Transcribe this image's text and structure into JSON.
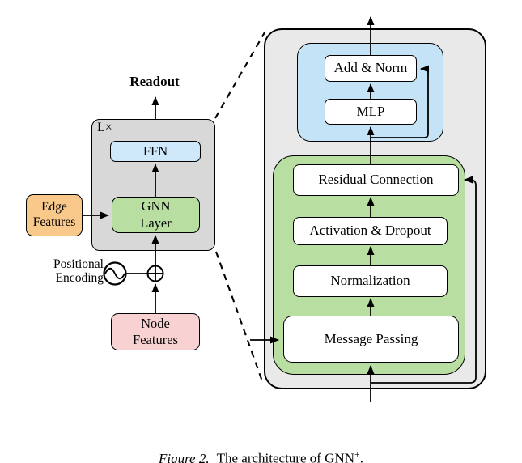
{
  "left_diagram": {
    "readout_label": "Readout",
    "loop_label": "L×",
    "ffn_label": "FFN",
    "gnn_layer_label": "GNN\nLayer",
    "edge_features_label": "Edge\nFeatures",
    "positional_encoding_label": "Positional\nEncoding",
    "node_features_label": "Node\nFeatures"
  },
  "right_diagram": {
    "add_norm_label": "Add & Norm",
    "mlp_label": "MLP",
    "residual_connection_label": "Residual Connection",
    "activation_dropout_label": "Activation & Dropout",
    "normalization_label": "Normalization",
    "message_passing_label": "Message Passing"
  },
  "caption": {
    "label": "Figure 2.",
    "text": "The architecture of GNN",
    "superscript": "+",
    "period": "."
  },
  "icons": {
    "positional_encoding_symbol": "sine-oscillator-icon",
    "feature_sum_symbol": "plus-in-circle-icon"
  },
  "colors": {
    "line": "#000000",
    "left_panel_gray": "#d8d8d8",
    "right_panel_gray": "#e9e9e9",
    "blue": "#c5e3f6",
    "ffn_blue": "#cfe9fb",
    "green": "#b8dfa1",
    "orange": "#f9c98c",
    "pink": "#f8d2d2",
    "white_box": "#ffffff"
  }
}
